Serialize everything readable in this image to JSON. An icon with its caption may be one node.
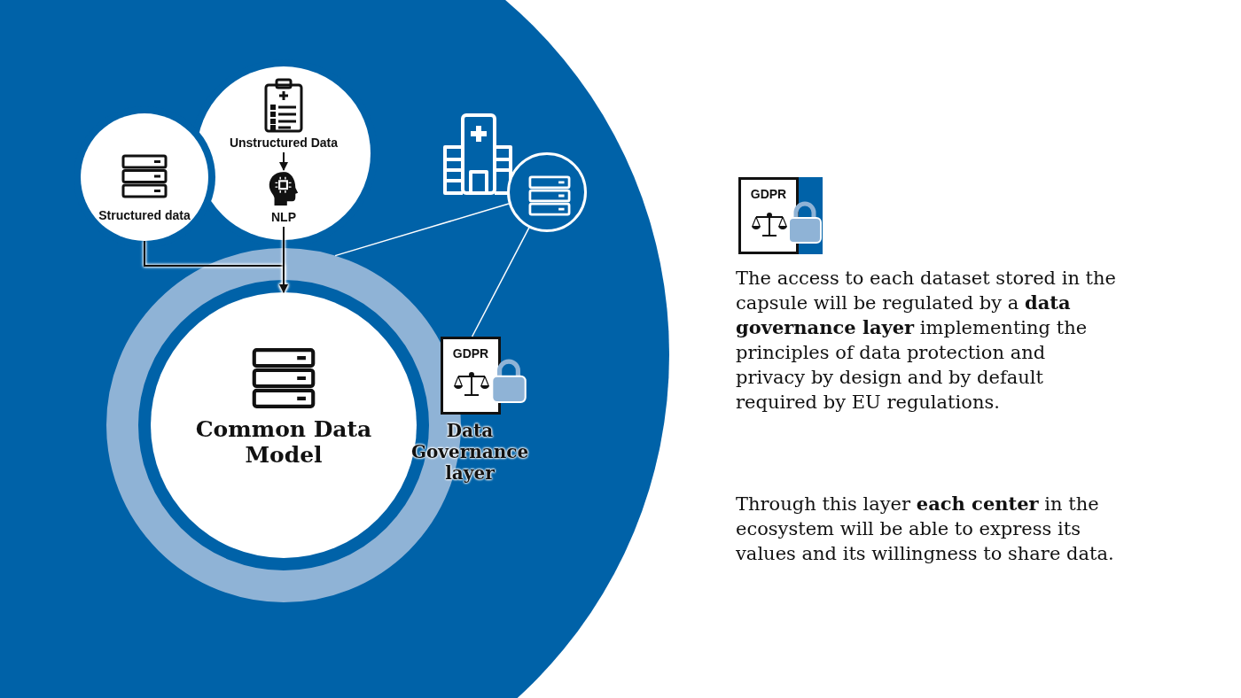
{
  "diagram": {
    "nodes": [
      {
        "text": [],
        "shape": "circle"
      },
      {
        "text": [
          "Unstructured Data"
        ],
        "in": 0
      },
      {
        "text": [
          "NLP"
        ],
        "in": 0
      },
      {
        "text": [
          "Structured data"
        ]
      },
      {
        "text": [],
        "shape": "circle"
      },
      {
        "text": [],
        "shape": "circle"
      },
      {
        "text": [
          "Common Data Model"
        ],
        "in": 5
      },
      {
        "text": [
          "GDPR",
          "Data Governance layer"
        ]
      },
      {
        "text": [
          "GDPR"
        ]
      }
    ],
    "edges": [
      {
        "from": 1,
        "to": 2,
        "arrow": "to"
      },
      {
        "from": 3,
        "to": 6,
        "arrow": "to"
      },
      {
        "from": 2,
        "to": 6,
        "arrow": "to"
      },
      {
        "from": 4,
        "to": 5,
        "arrow": "none",
        "color": "#ffffff"
      },
      {
        "from": 4,
        "to": 7,
        "arrow": "none",
        "color": "#ffffff"
      }
    ],
    "labels": [
      "The access to each dataset stored in the capsule will be regulated by a **data governance layer** implementing the principles of data protection and privacy by design and by default required by EU regulations.",
      "Through this layer **each center** in the ecosystem will be able to express its values and its willingness to share data."
    ]
  }
}
